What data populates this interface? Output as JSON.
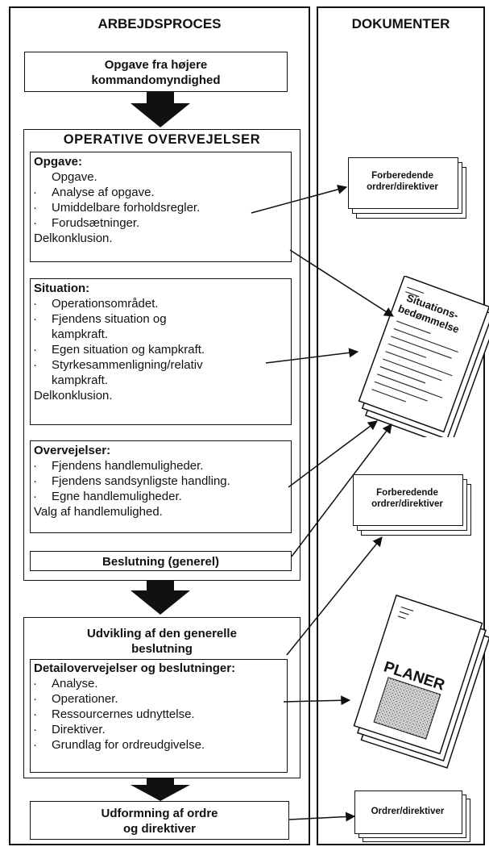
{
  "headers": {
    "process": "ARBEJDSPROCES",
    "documents": "DOKUMENTER"
  },
  "task_from_higher": "Opgave fra højere kommandomyndighed",
  "operative": {
    "title": "OPERATIVE OVERVEJELSER",
    "opgave": {
      "title": "Opgave:",
      "items": [
        "Opgave.",
        "Analyse af opgave.",
        "Umiddelbare forholdsregler.",
        "Forudsætninger."
      ],
      "conclusion": "Delkonklusion."
    },
    "situation": {
      "title": "Situation:",
      "items": [
        "Operationsområdet.",
        "Fjendens situation og",
        "kampkraft.",
        "Egen situation og kampkraft.",
        "Styrkesammenligning/relativ",
        "kampkraft."
      ],
      "conclusion": "Delkonklusion."
    },
    "overvejelser": {
      "title": "Overvejelser:",
      "items": [
        "Fjendens handlemuligheder.",
        "Fjendens sandsynligste handling.",
        "Egne handlemuligheder."
      ],
      "conclusion": "Valg af handlemulighed."
    },
    "decision": "Beslutning (generel)"
  },
  "development": {
    "title": "Udvikling af den generelle beslutning",
    "detail": {
      "title": "Detailovervejelser og beslutninger:",
      "items": [
        "Analyse.",
        "Operationer.",
        "Ressourcernes udnyttelse.",
        "Direktiver.",
        "Grundlag for ordreudgivelse."
      ]
    }
  },
  "final": "Udformning af ordre og direktiver",
  "docs": {
    "prep1": "Forberedende ordrer/direktiver",
    "situation": "Situations-bedømmelse",
    "prep2": "Forberedende ordrer/direktiver",
    "plans": "PLANER",
    "orders": "Ordrer/direktiver"
  }
}
